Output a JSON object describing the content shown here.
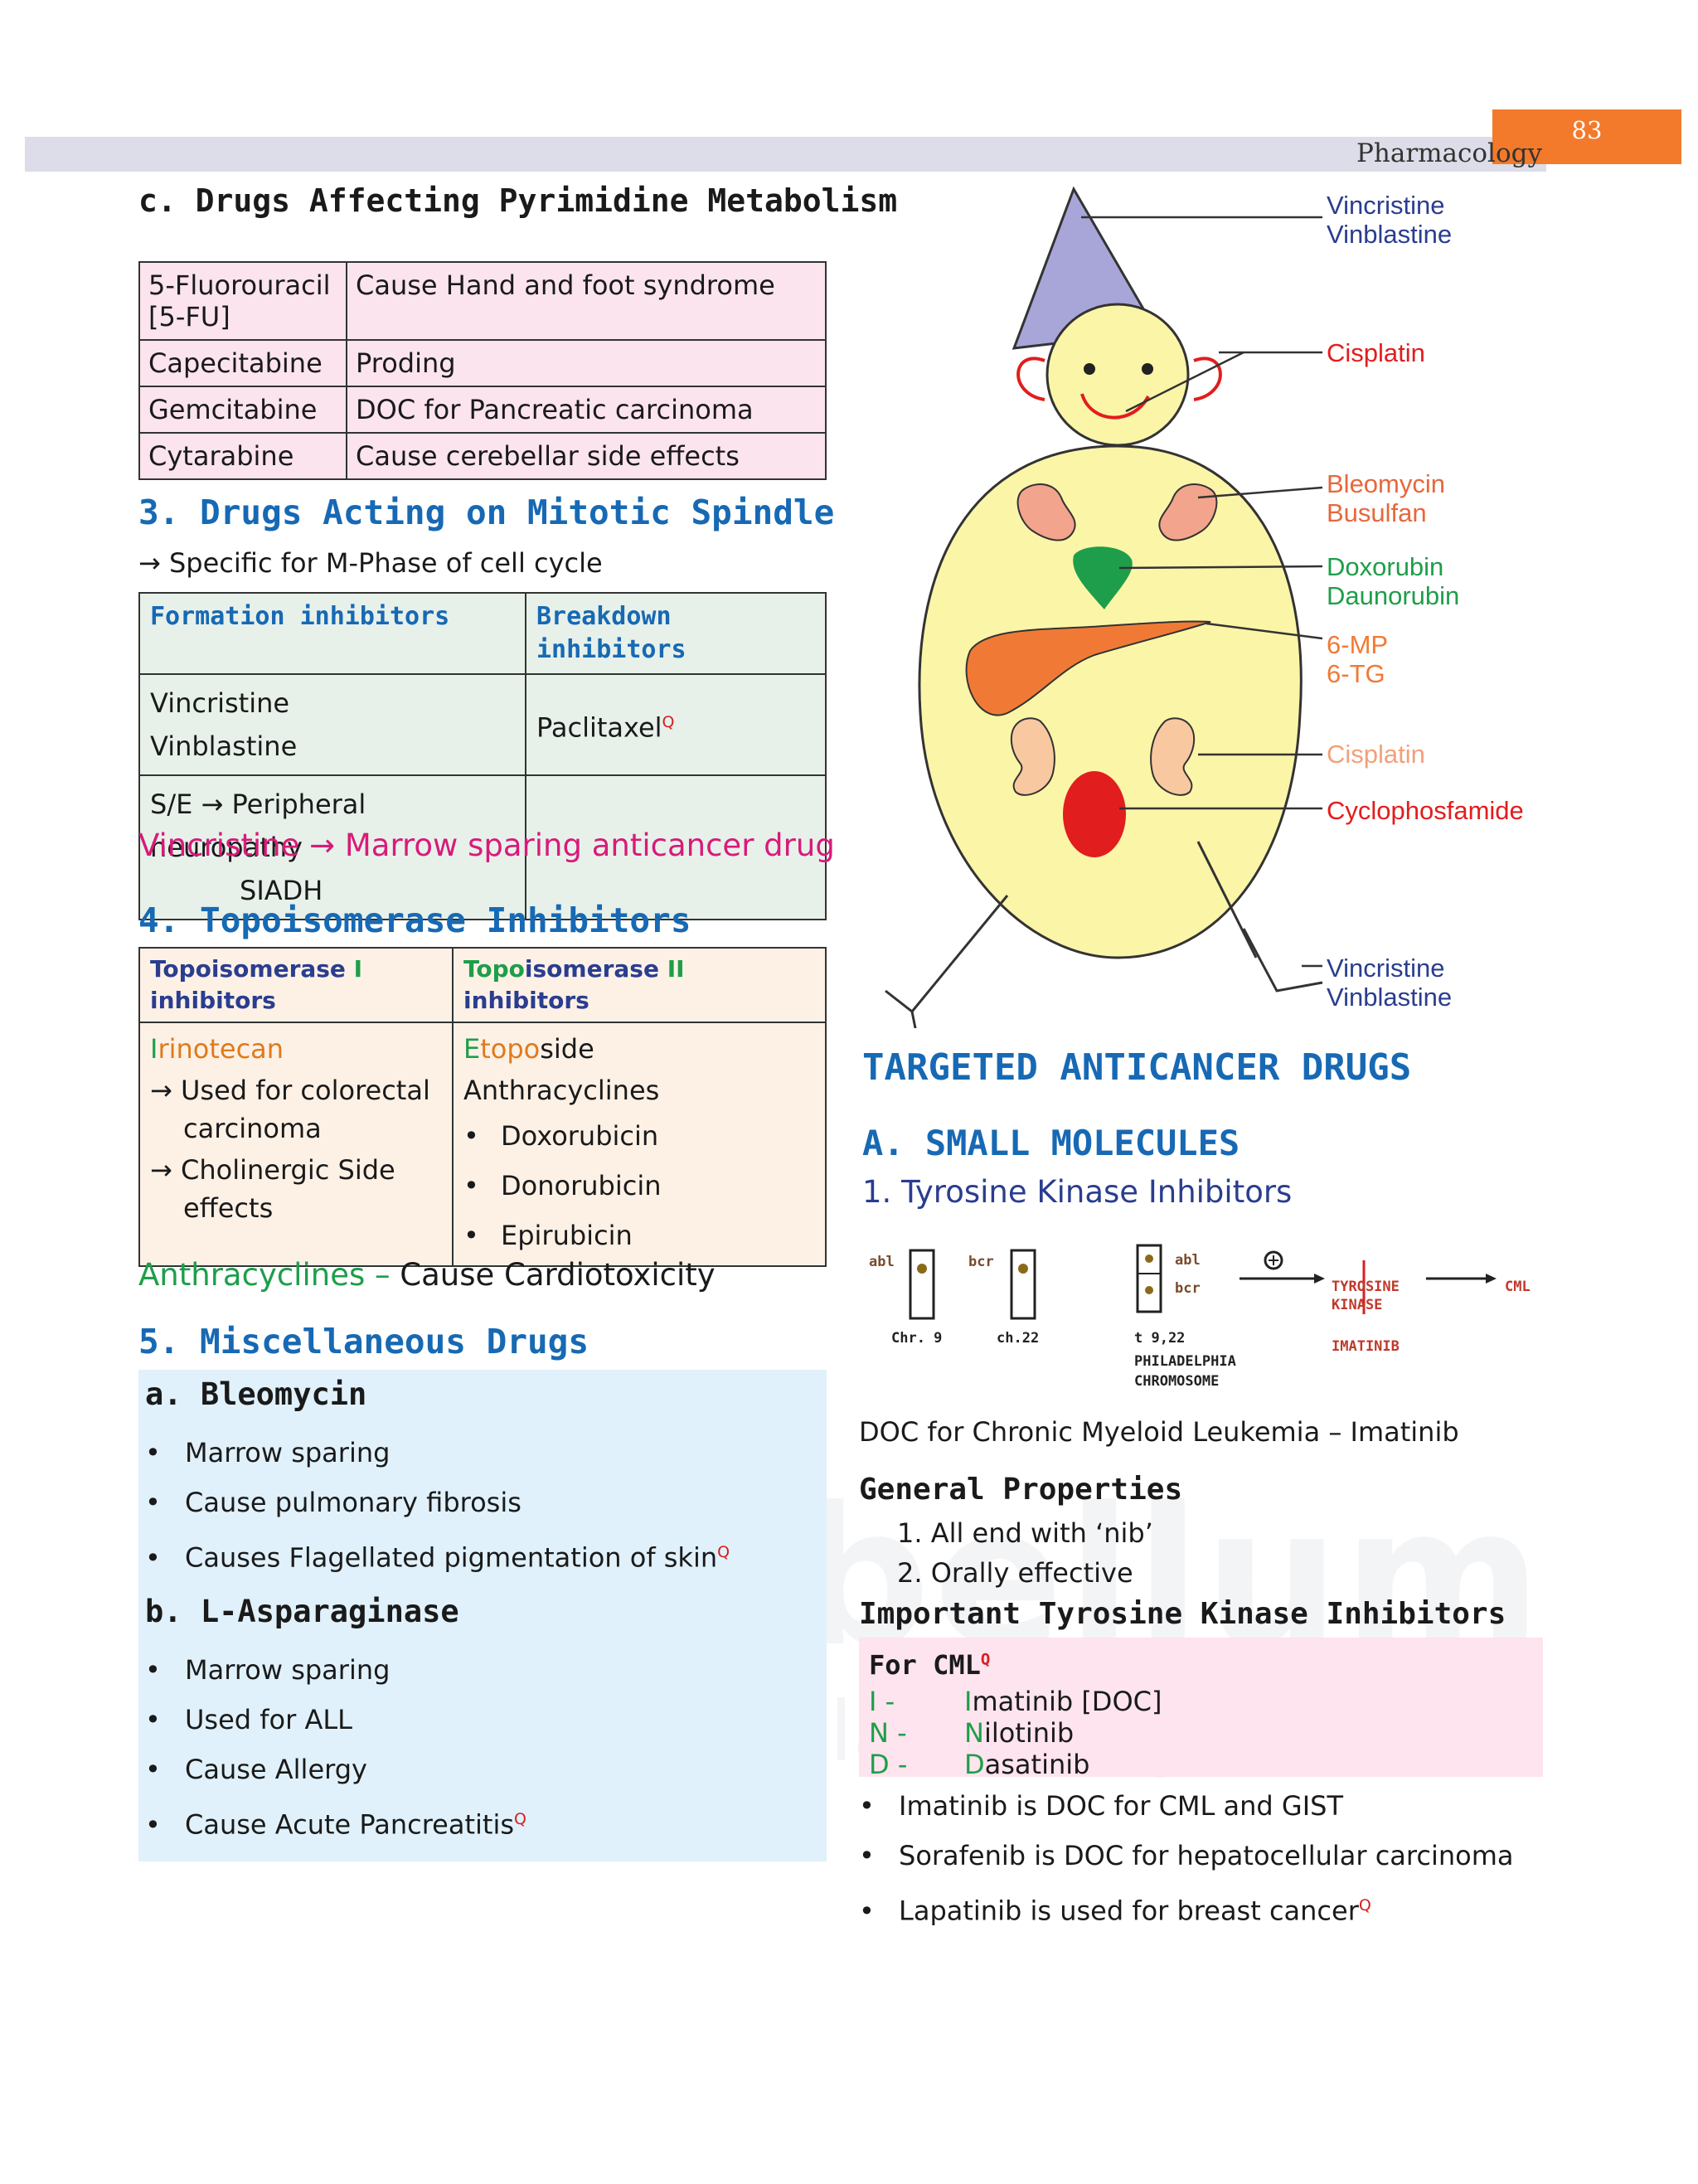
{
  "header": {
    "page_number": "83",
    "subject": "Pharmacology"
  },
  "watermark": {
    "main": "cerebellum",
    "tagline": "Get the balance right"
  },
  "section_c": {
    "title": "c. Drugs Affecting Pyrimidine Metabolism",
    "rows": [
      {
        "drug": "5-Fluorouracil [5-FU]",
        "note": "Cause Hand and foot syndrome"
      },
      {
        "drug": "Capecitabine",
        "note": "Proding"
      },
      {
        "drug": "Gemcitabine",
        "note": "DOC for Pancreatic carcinoma"
      },
      {
        "drug": "Cytarabine",
        "note": "Cause cerebellar side effects"
      }
    ]
  },
  "section_3": {
    "title": "3. Drugs Acting on Mitotic Spindle",
    "subtitle": "→ Specific for M-Phase of cell cycle",
    "col1_header": "Formation inhibitors",
    "col2_header": "Breakdown inhibitors",
    "formation_1": "Vincristine",
    "formation_2": "Vinblastine",
    "breakdown": "Paclitaxel",
    "breakdown_q": "Q",
    "se_1": "S/E → Peripheral neuropathy",
    "se_2": "SIADH",
    "note": "Vincristine → Marrow sparing anticancer drug"
  },
  "section_4": {
    "title": "4. Topoisomerase Inhibitors",
    "col1_a": "Topoisomerase ",
    "col1_b": "I",
    "col1_c": " inhibitors",
    "col2_a": "Topo",
    "col2_b": "isomerase ",
    "col2_c": "II",
    "col2_d": " inhibitors",
    "irino_a": "I",
    "irino_b": "rinotecan",
    "irino_use_1": "→ Used for colorectal",
    "irino_use_2": "carcinoma",
    "irino_se_1": "→ Cholinergic Side",
    "irino_se_2": "effects",
    "eto_a": "E",
    "eto_b": "topo",
    "eto_c": "side",
    "anthra": "Anthracyclines",
    "anthra_items": [
      "Doxorubicin",
      "Donorubicin",
      "Epirubicin"
    ],
    "note_a": "Anthracyclines –",
    "note_b": " Cause Cardiotoxicity"
  },
  "section_5": {
    "title": "5. Miscellaneous Drugs",
    "bleo_title": "a. Bleomycin",
    "bleo_items": [
      "Marrow  sparing",
      "Cause pulmonary fibrosis",
      "Causes Flagellated pigmentation of skin"
    ],
    "asp_title": "b. L-Asparaginase",
    "asp_items": [
      "Marrow sparing",
      "Used for ALL",
      "Cause Allergy",
      "Cause Acute Pancreatitis"
    ],
    "q": "Q"
  },
  "diagram": {
    "labels": {
      "hat_1": "Vincristine",
      "hat_2": "Vinblastine",
      "ears": "Cisplatin",
      "lungs_1": "Bleomycin",
      "lungs_2": "Busulfan",
      "heart_1": "Doxorubin",
      "heart_2": "Daunorubin",
      "pancreas_1": "6-MP",
      "pancreas_2": "6-TG",
      "kidneys": "Cisplatin",
      "bladder": "Cyclophosfamide",
      "feet_1": "Vincristine",
      "feet_2": "Vinblastine"
    },
    "colors": {
      "hat": "#a8a6d8",
      "body": "#fbf5a8",
      "lungs": "#f3a48c",
      "heart": "#1e9e4a",
      "pancreas": "#f07a35",
      "kidney": "#f8c8a0",
      "bladder": "#e21d1d"
    }
  },
  "targeted": {
    "title": "TARGETED ANTICANCER DRUGS",
    "sub_a": "A. SMALL MOLECULES",
    "sub_1": "1. Tyrosine Kinase Inhibitors",
    "sketch": {
      "abl": "abl",
      "bcr": "bcr",
      "chr9": "Chr. 9",
      "chr22": "ch.22",
      "t922": "t 9,22",
      "ph1": "PHILADELPHIA",
      "ph2": "CHROMOSOME",
      "abl2": "abl",
      "bcr2": "bcr",
      "tk1": "TYROSINE",
      "tk2": "KINASE",
      "imat": "IMATINIB",
      "cml": "CML"
    },
    "doc_line": "DOC for Chronic Myeloid Leukemia – Imatinib",
    "gp_title": "General Properties",
    "gp_items": [
      "1. All end with ‘nib’",
      "2. Orally effective"
    ],
    "itk_title": "Important Tyrosine Kinase Inhibitors",
    "cml_title": "For CML",
    "q": "Q",
    "mnemonic": [
      {
        "letter": "I -",
        "first": "I",
        "rest": "matinib [DOC]"
      },
      {
        "letter": "N -",
        "first": "N",
        "rest": "ilotinib"
      },
      {
        "letter": "D -",
        "first": "D",
        "rest": "asatinib"
      }
    ],
    "bullets": [
      "Imatinib is DOC for CML and GIST",
      "Sorafenib is DOC for hepatocellular carcinoma",
      "Lapatinib is used for breast cancer"
    ]
  }
}
